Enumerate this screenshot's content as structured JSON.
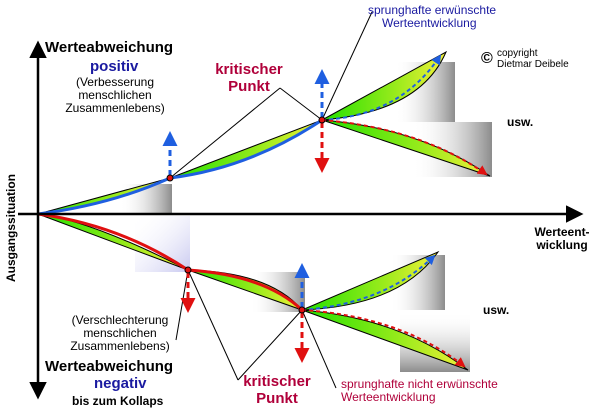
{
  "labels": {
    "top_heading": "Werteabweichung",
    "top_positive": "positiv",
    "top_description": [
      "(Verbesserung",
      "menschlichen",
      "Zusammenlebens)"
    ],
    "bottom_description": [
      "(Verschlechterung",
      "menschlichen",
      "Zusammenlebens)"
    ],
    "bottom_heading": "Werteabweichung",
    "bottom_negative": "negativ",
    "bottom_collapse": "bis zum Kollaps",
    "critical_point_top": [
      "kritischer",
      "Punkt"
    ],
    "critical_point_bottom": [
      "kritischer",
      "Punkt"
    ],
    "jump_desired": [
      "sprunghafte erwünschte",
      "Werteentwicklung"
    ],
    "jump_undesired": [
      "sprunghafte nicht erwünschte",
      "Werteentwicklung"
    ],
    "usw_top": "usw.",
    "usw_bottom": "usw.",
    "x_axis_label": [
      "Werteent-",
      "wicklung"
    ],
    "y_axis_label": "Ausgangssituation",
    "copyright_symbol": "©",
    "copyright_text": [
      "copyright",
      "Dietmar Deibele"
    ]
  },
  "colors": {
    "positive_curve": "#1f5fe0",
    "negative_curve": "#e01010",
    "fan_green": "#22e000",
    "fan_yellow": "#f2ef3a",
    "critical_text": "#b0003a",
    "heading_blue": "#1a1aa0"
  },
  "icons": {
    "axis_arrows": "arrow-icon",
    "jump_arrows": "dashed-arrow-icon"
  }
}
